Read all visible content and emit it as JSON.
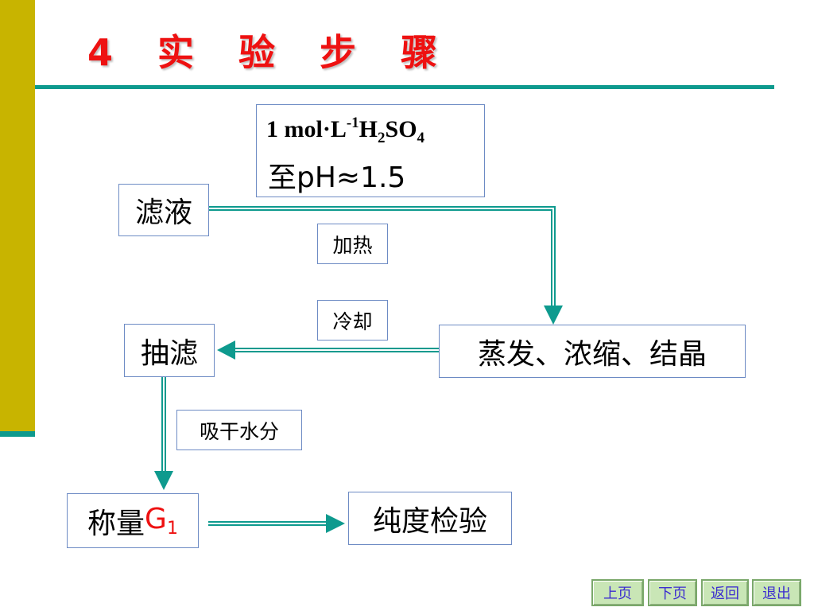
{
  "title": "4 实 验 步 骤",
  "reagent": {
    "line1_prefix": "1 mol·L",
    "line1_exp": "-1",
    "line1_h": "H",
    "line1_h_sub": "2",
    "line1_so": "SO",
    "line1_so_sub": "4",
    "line2": "至pH≈1.5"
  },
  "steps": {
    "filtrate": "滤液",
    "evaporate": "蒸发、浓缩、结晶",
    "suction_filter": "抽滤",
    "weigh_prefix": "称量",
    "weigh_symbol": "G",
    "weigh_subscript": "1",
    "purity_test": "纯度检验"
  },
  "conditions": {
    "heat": "加热",
    "cool": "冷却",
    "dry": "吸干水分"
  },
  "nav": {
    "prev": "上页",
    "next": "下页",
    "back": "返回",
    "exit": "退出"
  },
  "colors": {
    "title": "#ee1111",
    "accent_teal": "#0e9a8e",
    "left_bar": "#c8b400",
    "box_border": "#6d8bc4",
    "nav_bg": "#c9e6b6",
    "nav_text": "#3a2bd0"
  }
}
